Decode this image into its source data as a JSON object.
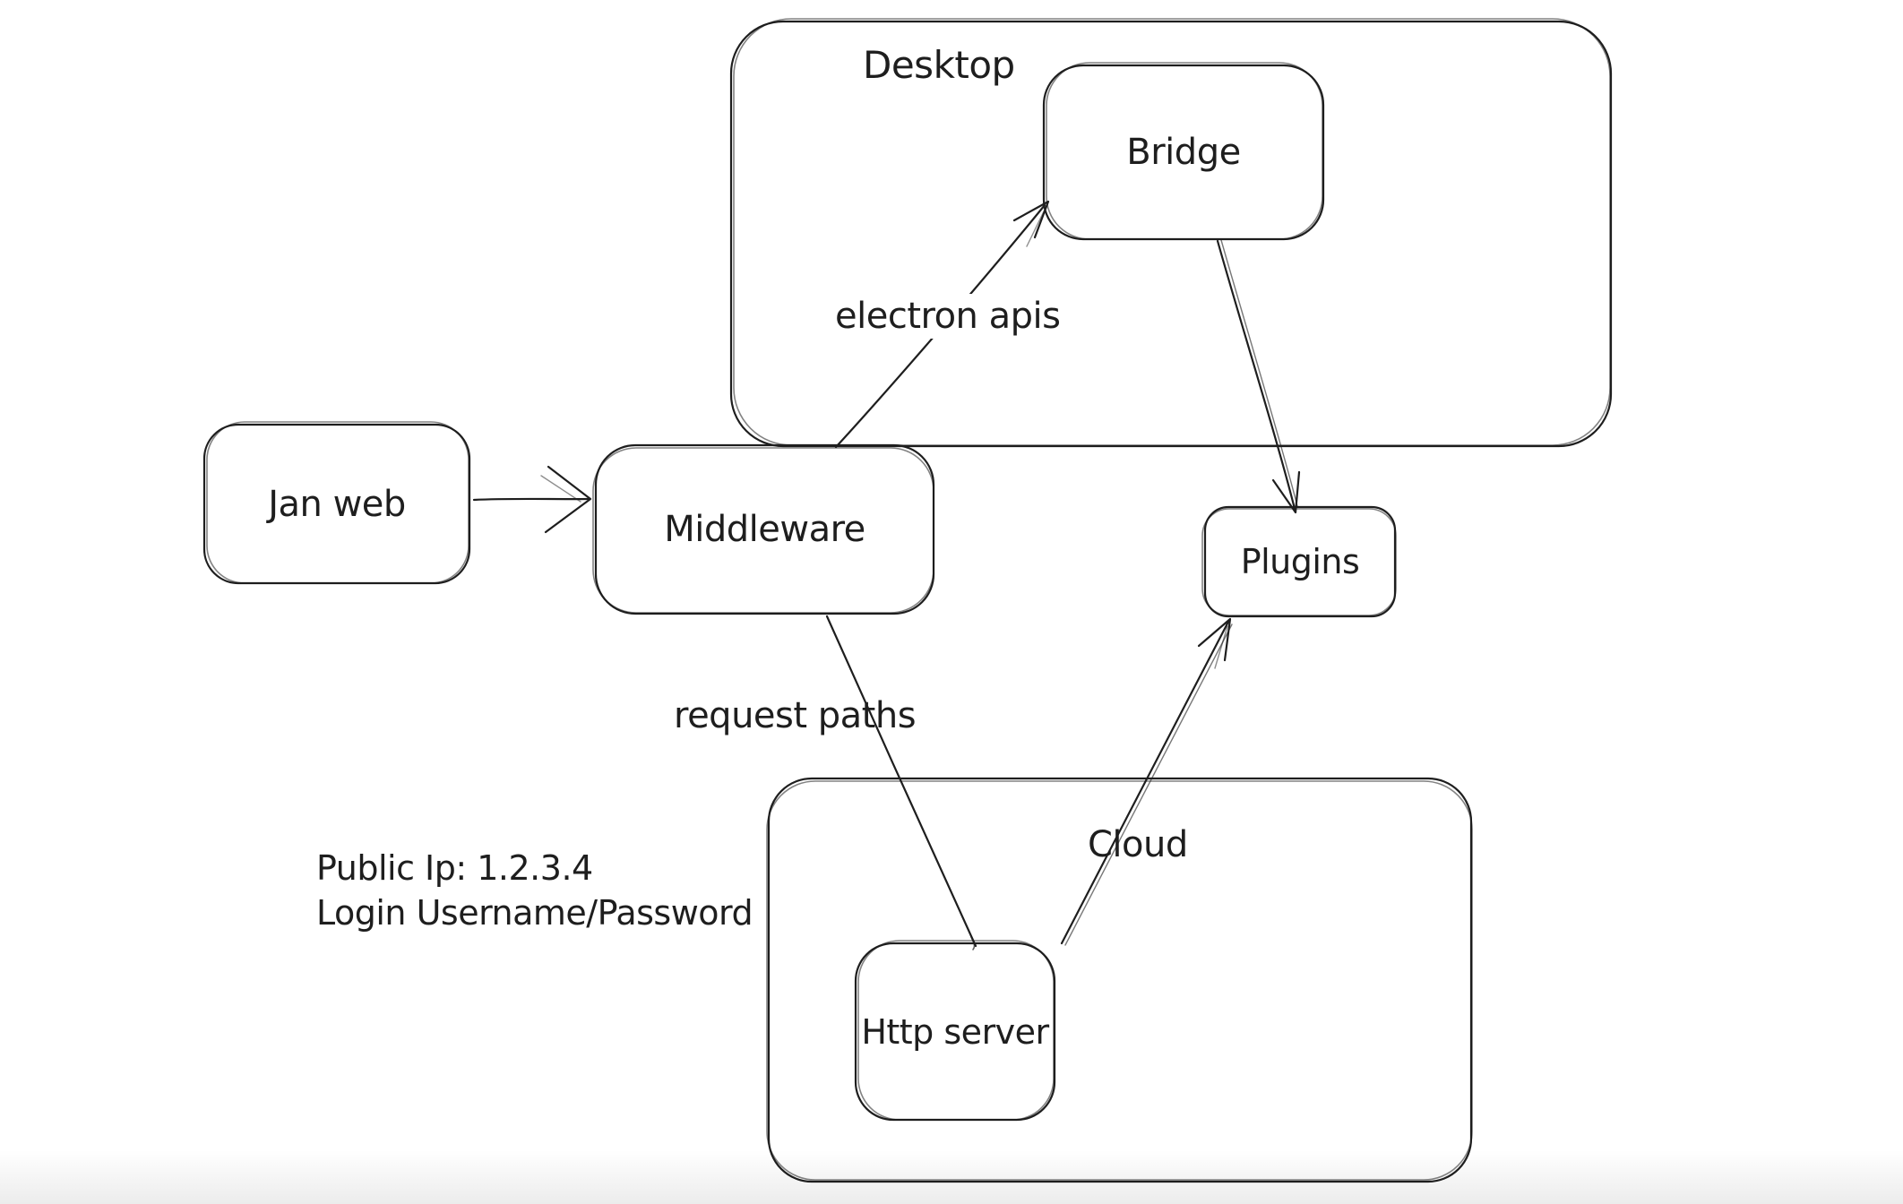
{
  "colors": {
    "stroke": "#1e1e1e",
    "background": "#ffffff",
    "bottom_fade": "#ececec"
  },
  "containers": [
    {
      "label": "Desktop"
    },
    {
      "label": "Cloud"
    }
  ],
  "nodes": [
    {
      "label": "Jan web"
    },
    {
      "label": "Middleware"
    },
    {
      "label": "Bridge"
    },
    {
      "label": "Plugins"
    },
    {
      "label": "Http server"
    }
  ],
  "edges": [
    {
      "from": "Jan web",
      "to": "Middleware",
      "label": "",
      "arrow": "end"
    },
    {
      "from": "Middleware",
      "to": "Bridge",
      "label": "electron apis",
      "arrow": "end"
    },
    {
      "from": "Bridge",
      "to": "Plugins",
      "label": "",
      "arrow": "end"
    },
    {
      "from": "Middleware",
      "to": "Http server",
      "label": "request paths",
      "arrow": "none"
    },
    {
      "from": "Http server",
      "to": "Plugins",
      "label": "",
      "arrow": "end"
    }
  ],
  "annotation": {
    "line1": "Public Ip: 1.2.3.4",
    "line2": "Login Username/Password"
  }
}
